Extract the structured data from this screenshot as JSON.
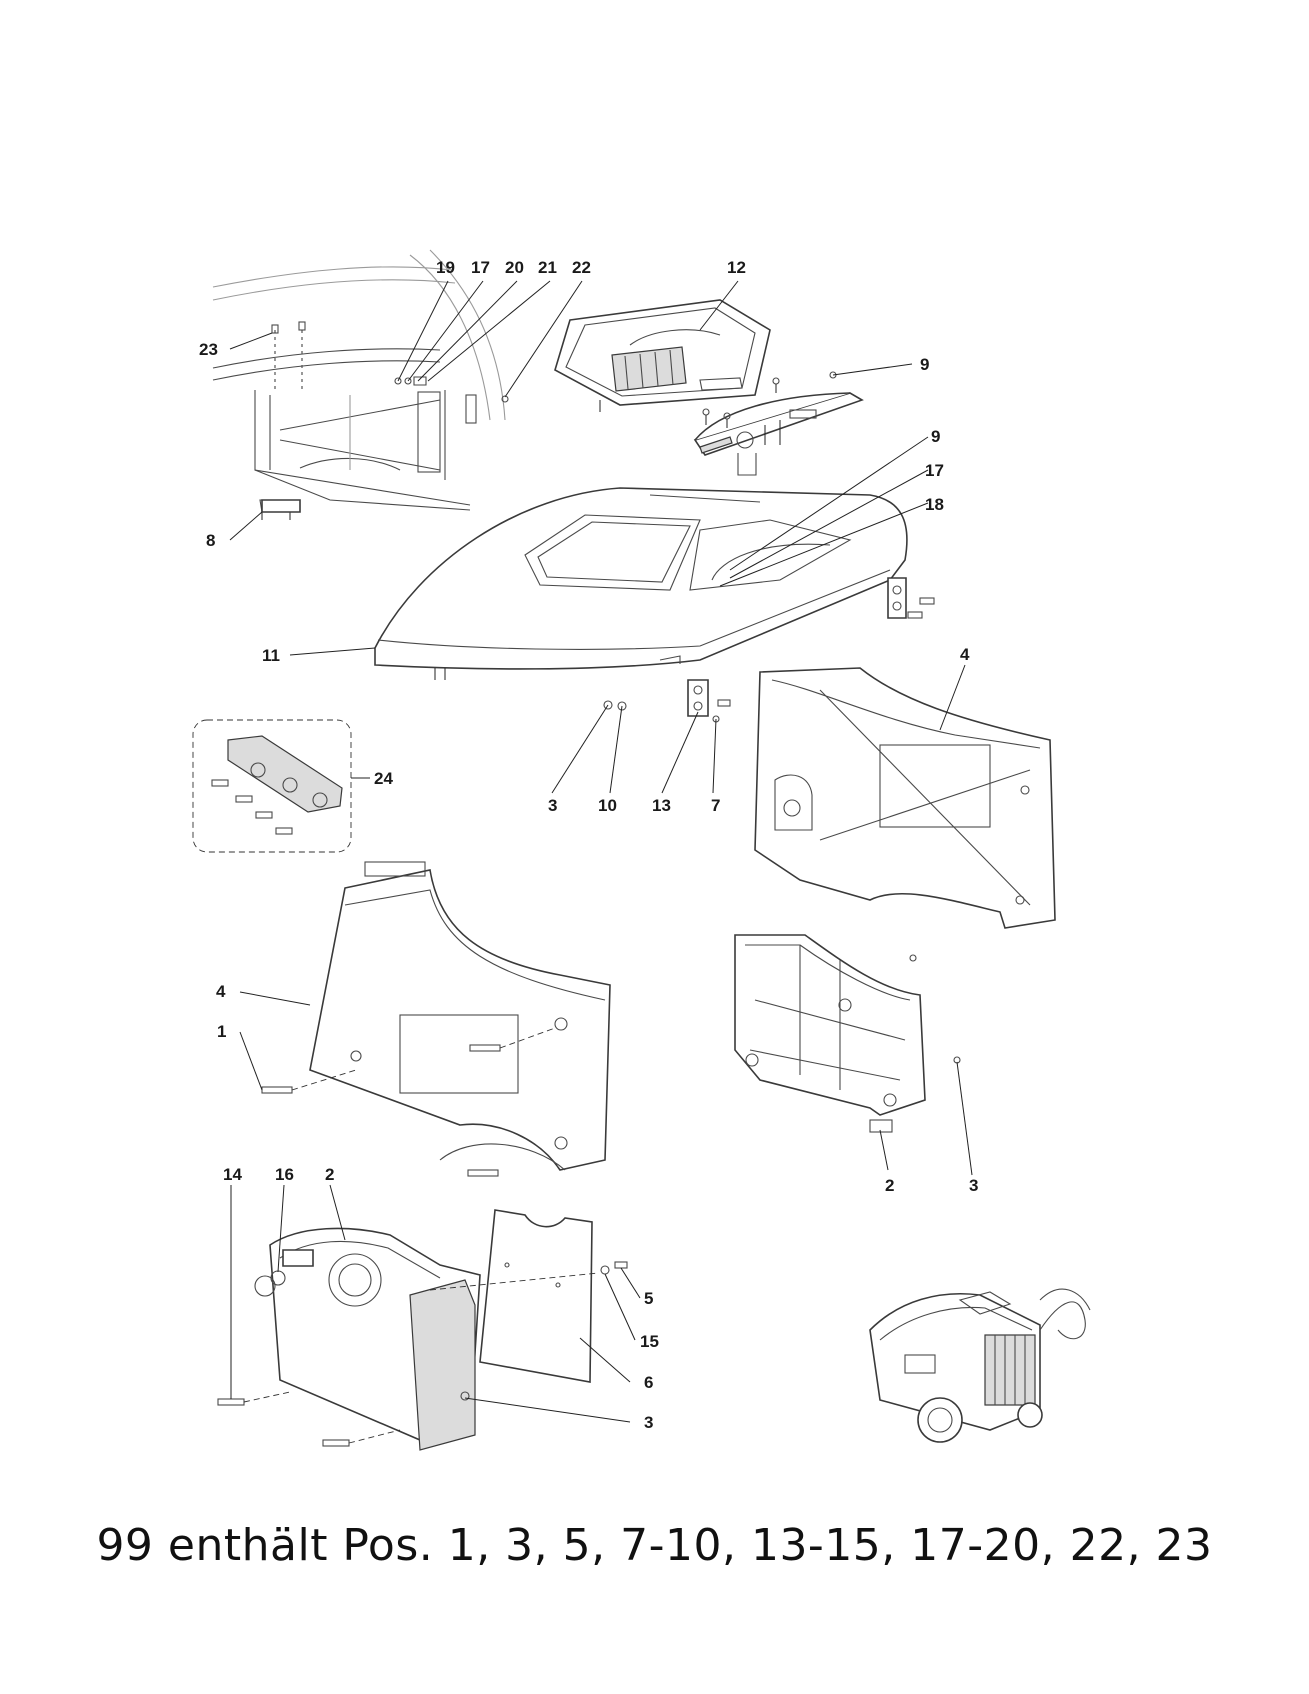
{
  "labels": {
    "l19": "19",
    "l17a": "17",
    "l20": "20",
    "l21": "21",
    "l22": "22",
    "l12": "12",
    "l23": "23",
    "l9a": "9",
    "l9b": "9",
    "l17b": "17",
    "l18": "18",
    "l8": "8",
    "l11": "11",
    "l4a": "4",
    "l24": "24",
    "l3a": "3",
    "l10": "10",
    "l13": "13",
    "l7": "7",
    "l4b": "4",
    "l1": "1",
    "l2a": "2",
    "l3b": "3",
    "l14": "14",
    "l16": "16",
    "l2b": "2",
    "l5": "5",
    "l15": "15",
    "l6": "6",
    "l3c": "3"
  },
  "caption": "99 enthält Pos. 1, 3, 5, 7-10, 13-15, 17-20, 22, 23"
}
